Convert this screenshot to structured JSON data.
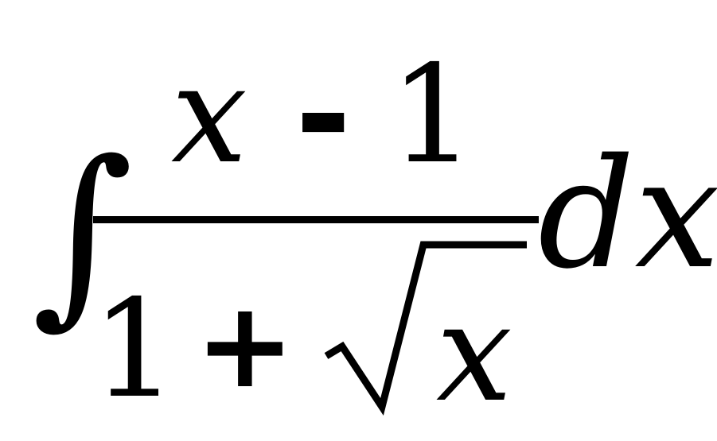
{
  "expression": {
    "integral_sign": "∫",
    "numerator": {
      "variable": "x",
      "operator": "-",
      "constant": "1"
    },
    "denominator": {
      "constant": "1",
      "operator": "+",
      "radical_symbol": "√",
      "radicand": "x"
    },
    "differential": "dx"
  }
}
